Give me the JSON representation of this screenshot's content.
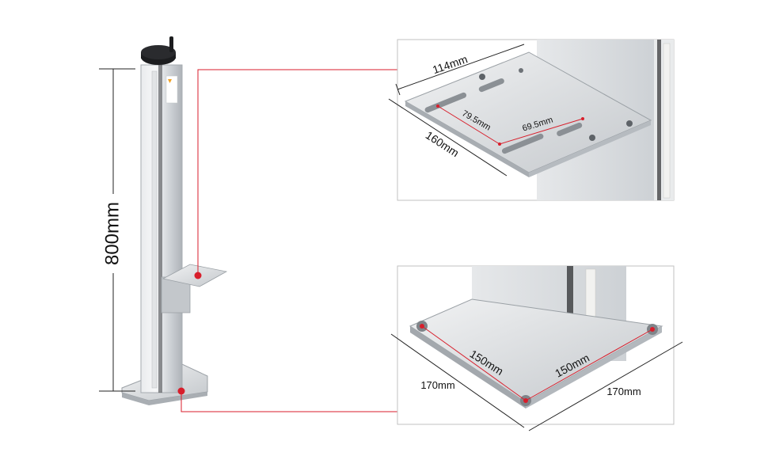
{
  "dimensions": {
    "height": "800mm",
    "platform_length": "114mm",
    "platform_width": "160mm",
    "slot_spacing_a": "79.5mm",
    "slot_spacing_b": "69.5mm",
    "base_hole_diagonal_left": "150mm",
    "base_hole_diagonal_right": "150mm",
    "base_side_left": "170mm",
    "base_side_right": "170mm"
  },
  "colors": {
    "callout": "#d81e2b",
    "dimension_line": "#222222",
    "aluminum": "#c9cdd1"
  }
}
